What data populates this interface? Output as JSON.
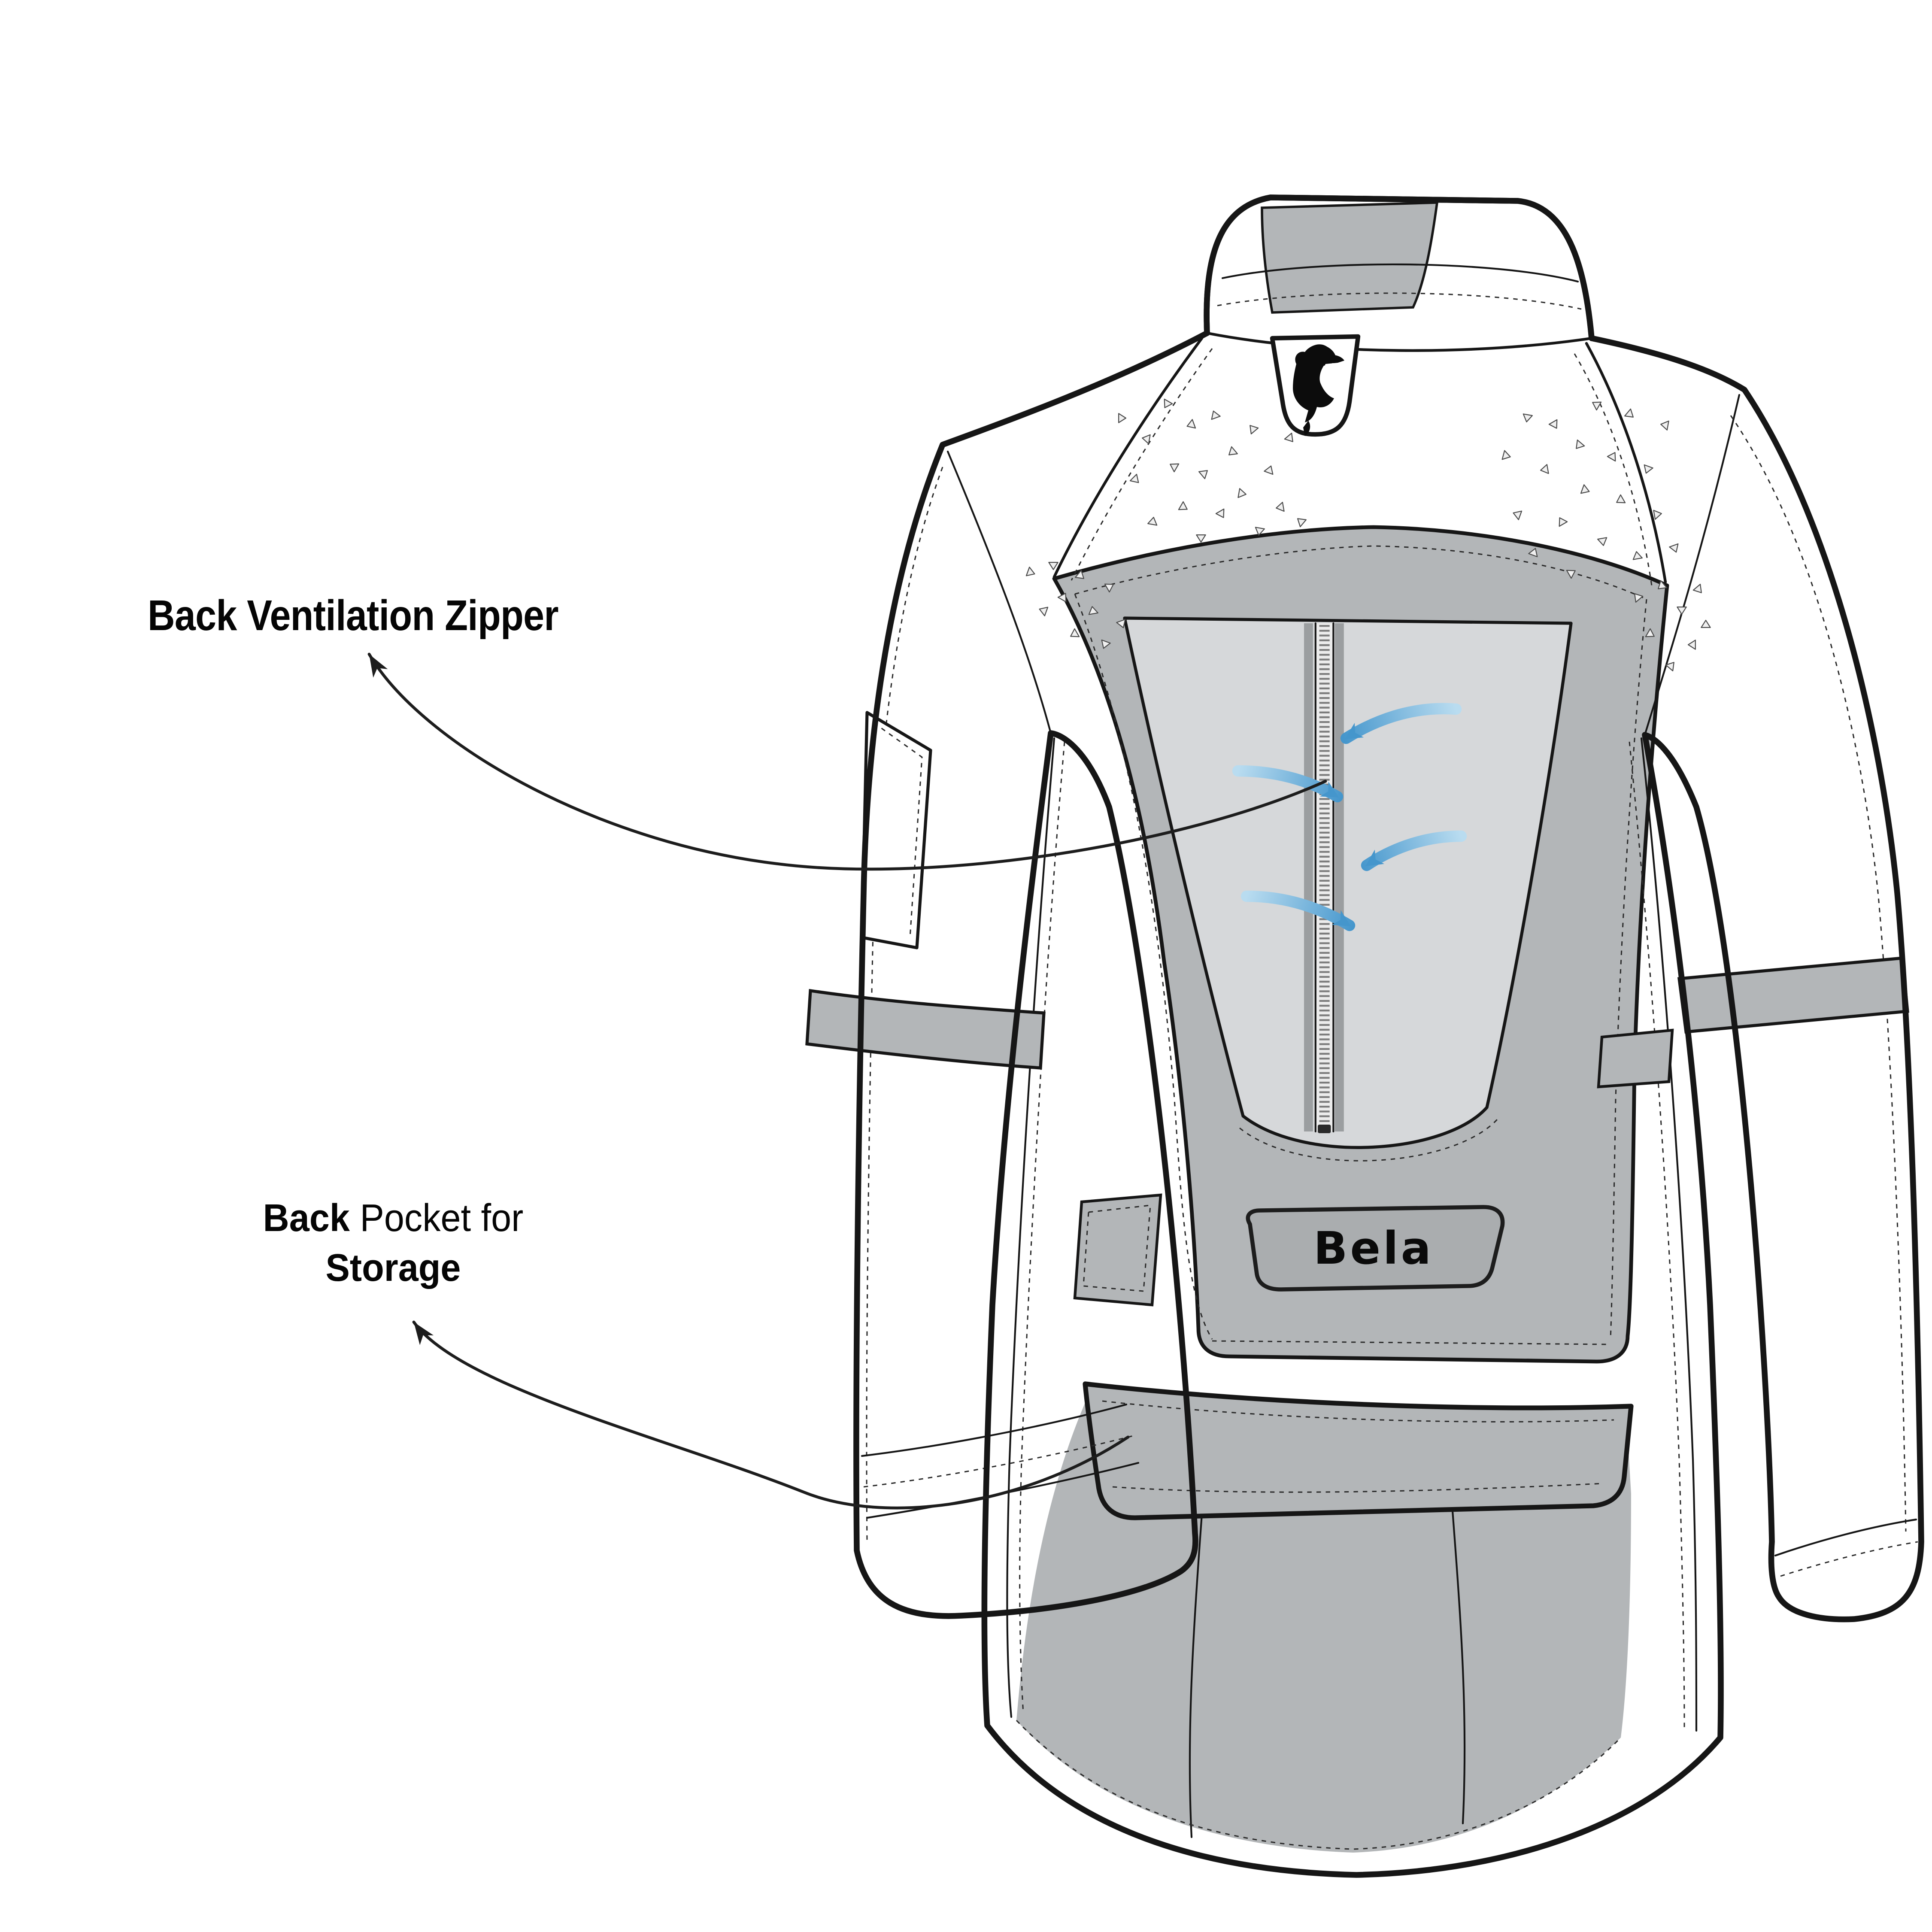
{
  "figure": {
    "type": "product-feature-diagram",
    "subject": "Motorcycle touring jacket, back view line illustration",
    "brand": "Bela"
  },
  "labels": {
    "ventilation": {
      "text": "Back Ventilation Zipper"
    },
    "pocket": {
      "bold_lead": "Back",
      "regular_tail": " Pocket for",
      "bold_line2": "Storage"
    }
  },
  "jacket": {
    "brand_patch_text": "Bela",
    "features": [
      "back-ventilation-zipper",
      "back-storage-pocket",
      "shoulder-reflective-perforations",
      "collar-hanger-tab-with-animal-logo",
      "elbow-adjustment-band",
      "waist-adjustment-band"
    ]
  },
  "colors": {
    "line": "#161616",
    "panel": "#b3b6b8",
    "vent": "#d6d8da",
    "patch": "#aaadaf",
    "tape": "#9b9ea0",
    "perf": "#f0f0f0",
    "airflow_light": "#b9dcf0",
    "airflow_dark": "#4596cc",
    "background": "#ffffff"
  }
}
